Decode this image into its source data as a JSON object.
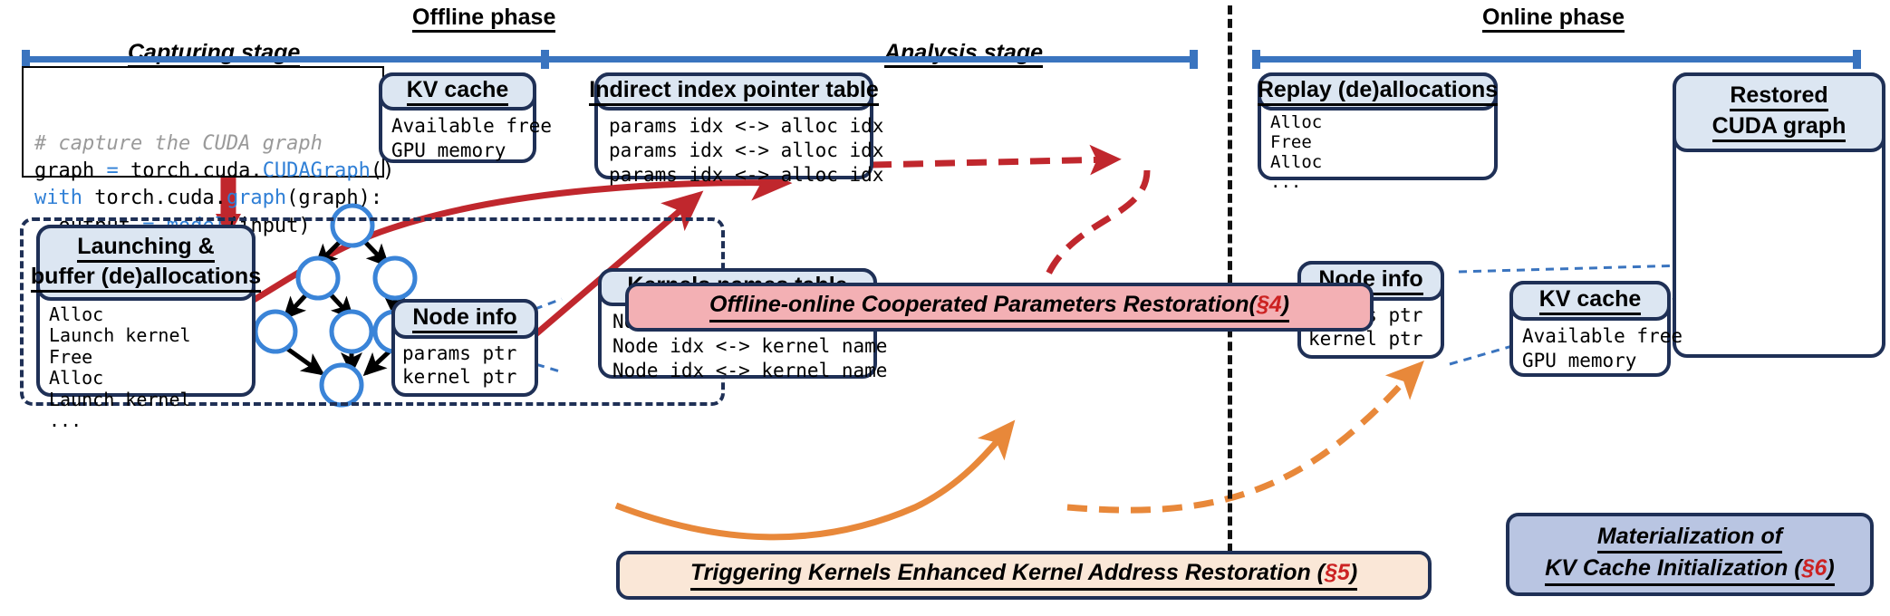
{
  "figure": {
    "phases": [
      {
        "name": "offline",
        "label": "Offline phase"
      },
      {
        "name": "online",
        "label": "Online phase"
      }
    ],
    "stages": [
      {
        "name": "capturing",
        "label": "Capturing stage"
      },
      {
        "name": "analysis",
        "label": "Analysis stage"
      }
    ]
  },
  "code_box": {
    "name": "cuda-graph-capture-code",
    "lines": [
      {
        "parts": [
          {
            "t": "# capture the CUDA graph",
            "s": "comment"
          }
        ]
      },
      {
        "parts": [
          {
            "t": "graph ",
            "s": "plain"
          },
          {
            "t": "=",
            "s": "op"
          },
          {
            "t": " torch.cuda.",
            "s": "plain"
          },
          {
            "t": "CUDAGraph",
            "s": "fn"
          },
          {
            "t": "()",
            "s": "plain"
          }
        ]
      },
      {
        "parts": [
          {
            "t": "with",
            "s": "kw"
          },
          {
            "t": " torch.cuda.",
            "s": "plain"
          },
          {
            "t": "graph",
            "s": "fn"
          },
          {
            "t": "(graph):",
            "s": "plain"
          }
        ]
      },
      {
        "parts": [
          {
            "t": "  output ",
            "s": "plain"
          },
          {
            "t": "=",
            "s": "op"
          },
          {
            "t": " ",
            "s": "plain"
          },
          {
            "t": "model",
            "s": "fn"
          },
          {
            "t": "(input)",
            "s": "plain"
          }
        ]
      }
    ]
  },
  "cards": {
    "kv_cache_offline": {
      "title": "KV cache",
      "lines": [
        "Available free",
        "GPU memory"
      ]
    },
    "indirect_index_pointer_table": {
      "title": "Indirect index pointer table",
      "lines": [
        "params idx <-> alloc idx",
        "params idx <-> alloc idx",
        "params idx <-> alloc idx"
      ]
    },
    "replay_deallocations": {
      "title": "Replay (de)allocations",
      "lines": [
        "Alloc",
        "Free",
        "Alloc",
        "..."
      ]
    },
    "restored_cuda_graph": {
      "title_line1": "Restored",
      "title_line2": "CUDA graph"
    },
    "launching_buffer_deallocations": {
      "title_line1": "Launching &",
      "title_line2": "buffer (de)allocations",
      "lines": [
        "Alloc",
        "Launch kernel",
        "Free",
        "Alloc",
        "Launch kernel",
        "..."
      ]
    },
    "node_info_offline": {
      "title": "Node info",
      "lines": [
        "params ptr",
        "kernel ptr"
      ]
    },
    "kernels_names_table": {
      "title": "Kernels names table",
      "lines": [
        "Node idx <-> kernel name",
        "Node idx <-> kernel name",
        "Node idx <-> kernel name"
      ]
    },
    "node_info_online": {
      "title": "Node info",
      "lines": [
        "params ptr",
        "kernel ptr"
      ]
    },
    "kv_cache_online": {
      "title": "KV cache",
      "lines": [
        "Available free",
        "GPU memory"
      ]
    }
  },
  "banners": {
    "params_restoration": {
      "text_before": "Offline-online Cooperated Parameters Restoration(",
      "section": "§4",
      "text_after": ")"
    },
    "kernel_address_restoration": {
      "text_before": "Triggering Kernels Enhanced Kernel Address Restoration (",
      "section": "§5",
      "text_after": ")"
    },
    "kv_cache_materialization": {
      "line1": "Materialization of",
      "text_before": "KV Cache Initialization (",
      "section": "§6",
      "text_after": ")"
    }
  },
  "colors": {
    "timeline_blue": "#3a74bf",
    "card_border": "#1f3056",
    "card_head_fill": "#dce6f2",
    "graph_node_stroke": "#3a84d8",
    "red_arrow": "#c0272d",
    "orange_arrow": "#e8883a",
    "blue_dashed": "#3a74bf",
    "section_red": "#cc2222",
    "banner_pink": "#f3b0b4",
    "banner_peach": "#fae7d7",
    "banner_lavender": "#b9c5e2"
  }
}
